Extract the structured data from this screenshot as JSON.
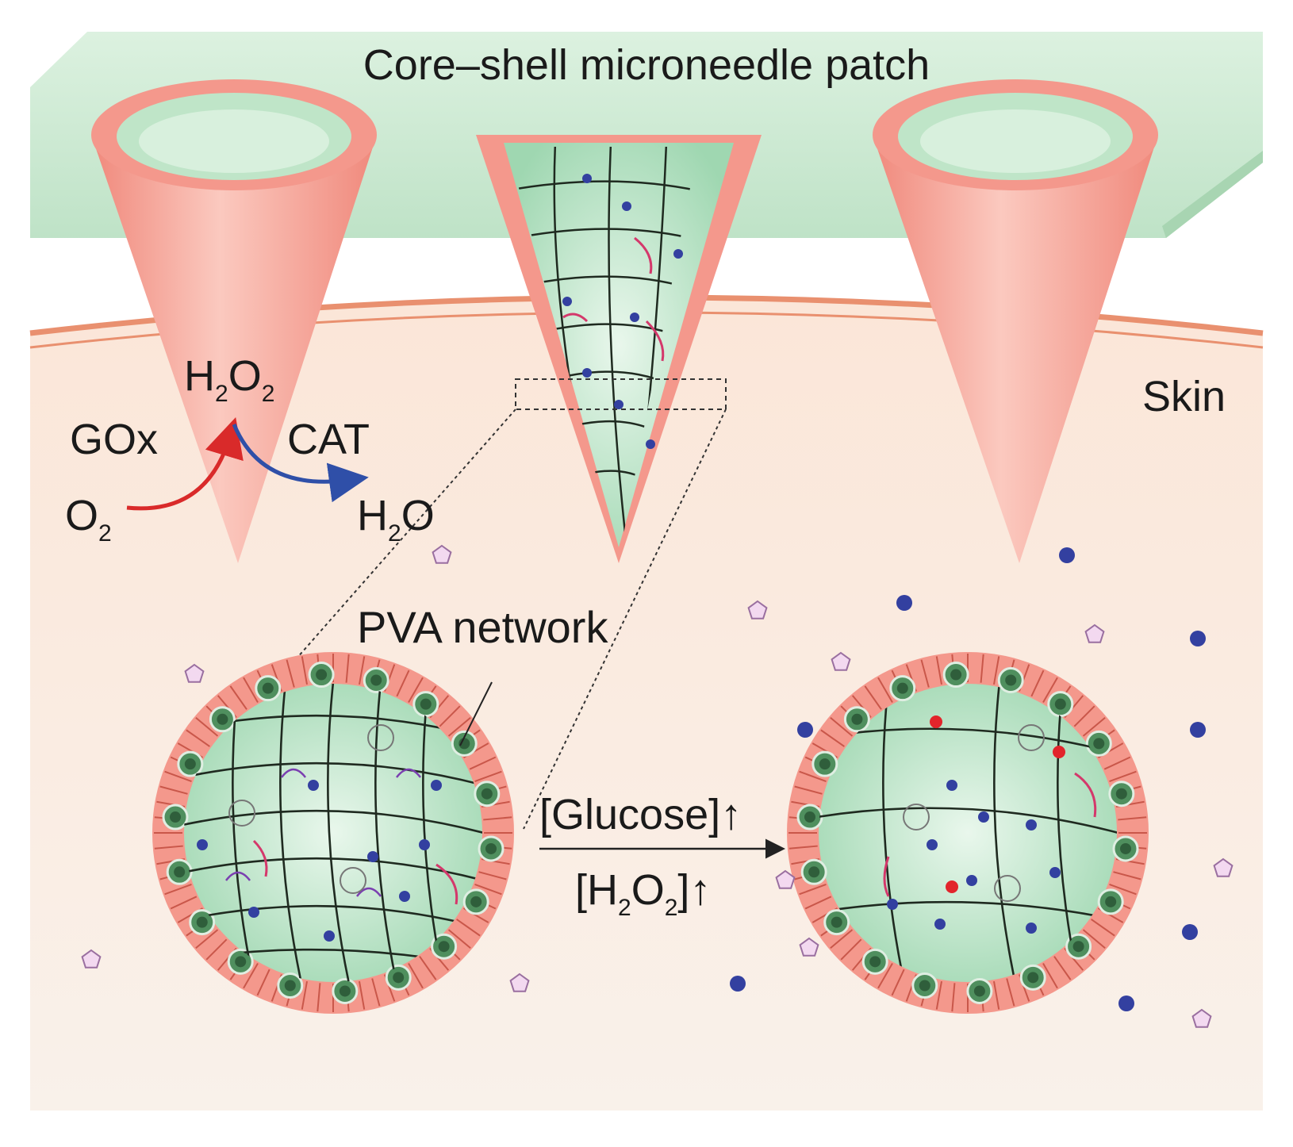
{
  "labels": {
    "patch_title": "Core–shell  microneedle patch",
    "skin": "Skin",
    "pva_network": "PVA network",
    "gox": "GOx",
    "cat": "CAT",
    "h2o2_h": "H",
    "h2o2_sub2a": "2",
    "h2o2_o": "O",
    "h2o2_sub2b": "2",
    "o2_o": "O",
    "o2_sub": "2",
    "h2o_h": "H",
    "h2o_sub": "2",
    "h2o_o": "O",
    "glucose_cond": "[Glucose]↑",
    "h2o2_cond_open": "[H",
    "h2o2_cond_sub1": "2",
    "h2o2_cond_o": "O",
    "h2o2_cond_sub2": "2",
    "h2o2_cond_close": "]↑"
  },
  "colors": {
    "patch": "#c9e7cf",
    "needle": "#f4988c",
    "needle_light": "#fbc8bf",
    "core": "#a7dcb8",
    "skin": "#fbecdf",
    "skin_line": "#e9906f",
    "insulin_dot": "#3340a0",
    "glucose_marker": "#e7c3e6",
    "gox_arrow": "#d92a2a",
    "cat_arrow": "#2f4fa8",
    "shell": "#f4988c"
  }
}
